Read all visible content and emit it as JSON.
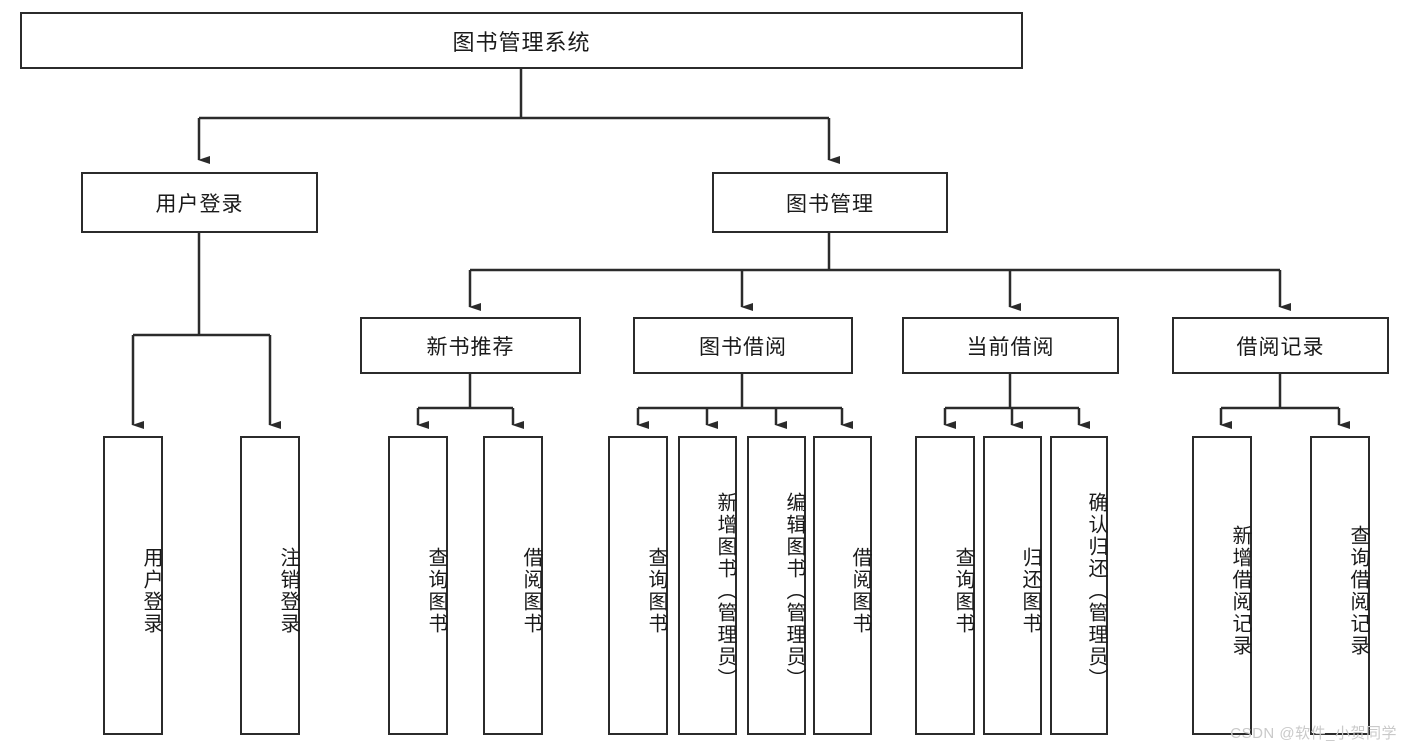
{
  "diagram": {
    "title": "图书管理系统",
    "watermark": "CSDN @软件_小贺同学",
    "style": {
      "border_color": "#2b2b2b",
      "text_color": "#1a1a1a",
      "background": "#ffffff",
      "watermark_color": "#c9c9c9"
    },
    "levels": {
      "root": {
        "label": "图书管理系统"
      },
      "level2": [
        {
          "label": "用户登录"
        },
        {
          "label": "图书管理"
        }
      ],
      "level3": [
        {
          "label": "新书推荐"
        },
        {
          "label": "图书借阅"
        },
        {
          "label": "当前借阅"
        },
        {
          "label": "借阅记录"
        }
      ],
      "leaves": [
        {
          "label": "用户登录",
          "parent": "用户登录"
        },
        {
          "label": "注销登录",
          "parent": "用户登录"
        },
        {
          "label": "查询图书",
          "parent": "新书推荐"
        },
        {
          "label": "借阅图书",
          "parent": "新书推荐"
        },
        {
          "label": "查询图书",
          "parent": "图书借阅"
        },
        {
          "label": "新增图书（管理员）",
          "parent": "图书借阅"
        },
        {
          "label": "编辑图书（管理员）",
          "parent": "图书借阅"
        },
        {
          "label": "借阅图书",
          "parent": "图书借阅"
        },
        {
          "label": "查询图书",
          "parent": "当前借阅"
        },
        {
          "label": "归还图书",
          "parent": "当前借阅"
        },
        {
          "label": "确认归还（管理员）",
          "parent": "当前借阅"
        },
        {
          "label": "新增借阅记录",
          "parent": "借阅记录"
        },
        {
          "label": "查询借阅记录",
          "parent": "借阅记录"
        }
      ]
    }
  }
}
